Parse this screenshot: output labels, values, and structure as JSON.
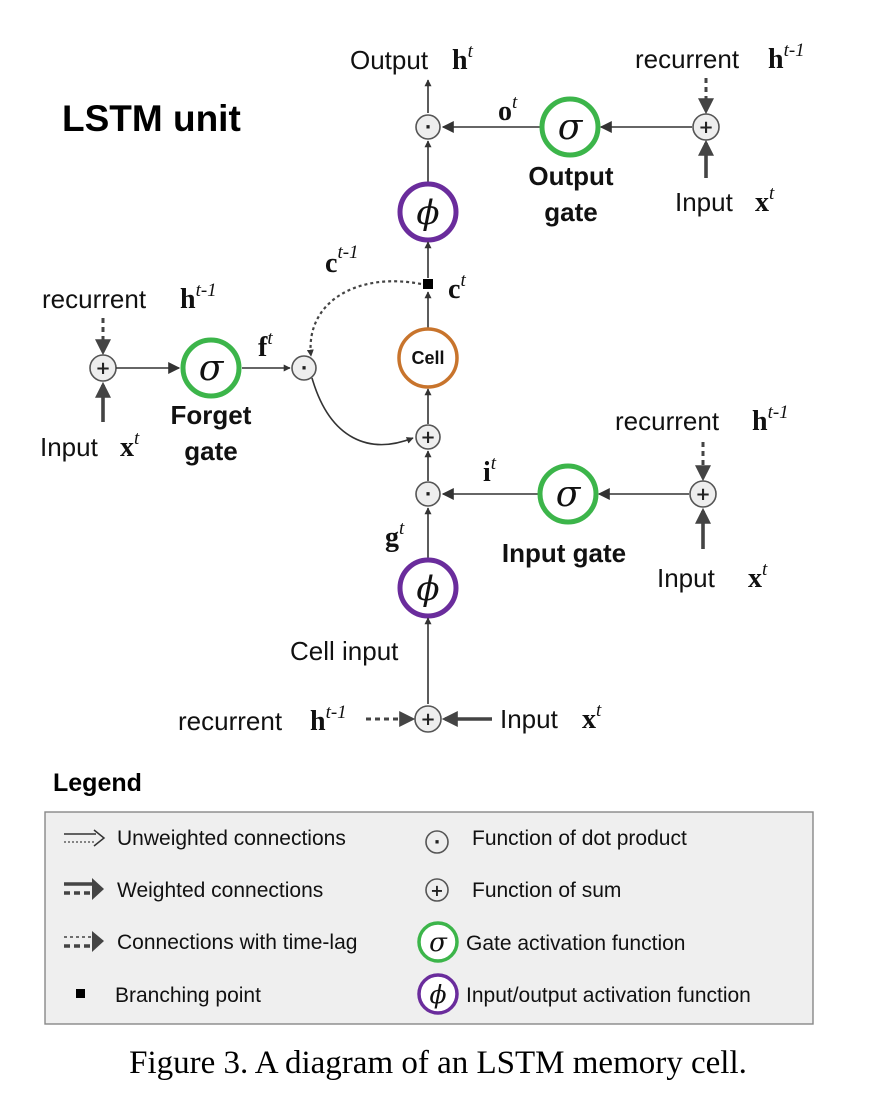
{
  "diagram": {
    "title": "LSTM unit",
    "output_label": "Output",
    "output_var": "h",
    "output_sup": "t",
    "recurrent_label": "recurrent",
    "recurrent_var": "h",
    "recurrent_sup": "t-1",
    "input_label": "Input",
    "input_var": "x",
    "input_sup": "t",
    "o_var": "o",
    "o_sup": "t",
    "f_var": "f",
    "f_sup": "t",
    "i_var": "i",
    "i_sup": "t",
    "g_var": "g",
    "g_sup": "t",
    "c_var": "c",
    "c_sup": "t",
    "cprev_var": "c",
    "cprev_sup": "t-1",
    "output_gate_line1": "Output",
    "output_gate_line2": "gate",
    "forget_gate_line1": "Forget",
    "forget_gate_line2": "gate",
    "input_gate": "Input gate",
    "cell_input": "Cell input",
    "cell_node": "Cell",
    "sigma_symbol": "σ",
    "phi_symbol": "ϕ",
    "dot_symbol": "·",
    "plus_symbol": "+"
  },
  "legend": {
    "title": "Legend",
    "items": [
      "Unweighted connections",
      "Weighted connections",
      "Connections with time-lag",
      "Branching point",
      "Function of dot product",
      "Function of sum",
      "Gate activation function",
      "Input/output activation function"
    ]
  },
  "caption": "Figure 3. A diagram of an LSTM memory cell.",
  "colors": {
    "gate_ring": "#3cb54a",
    "activation_ring": "#6a2c9c",
    "cell_ring": "#c8742c",
    "legend_bg": "#efefef"
  }
}
